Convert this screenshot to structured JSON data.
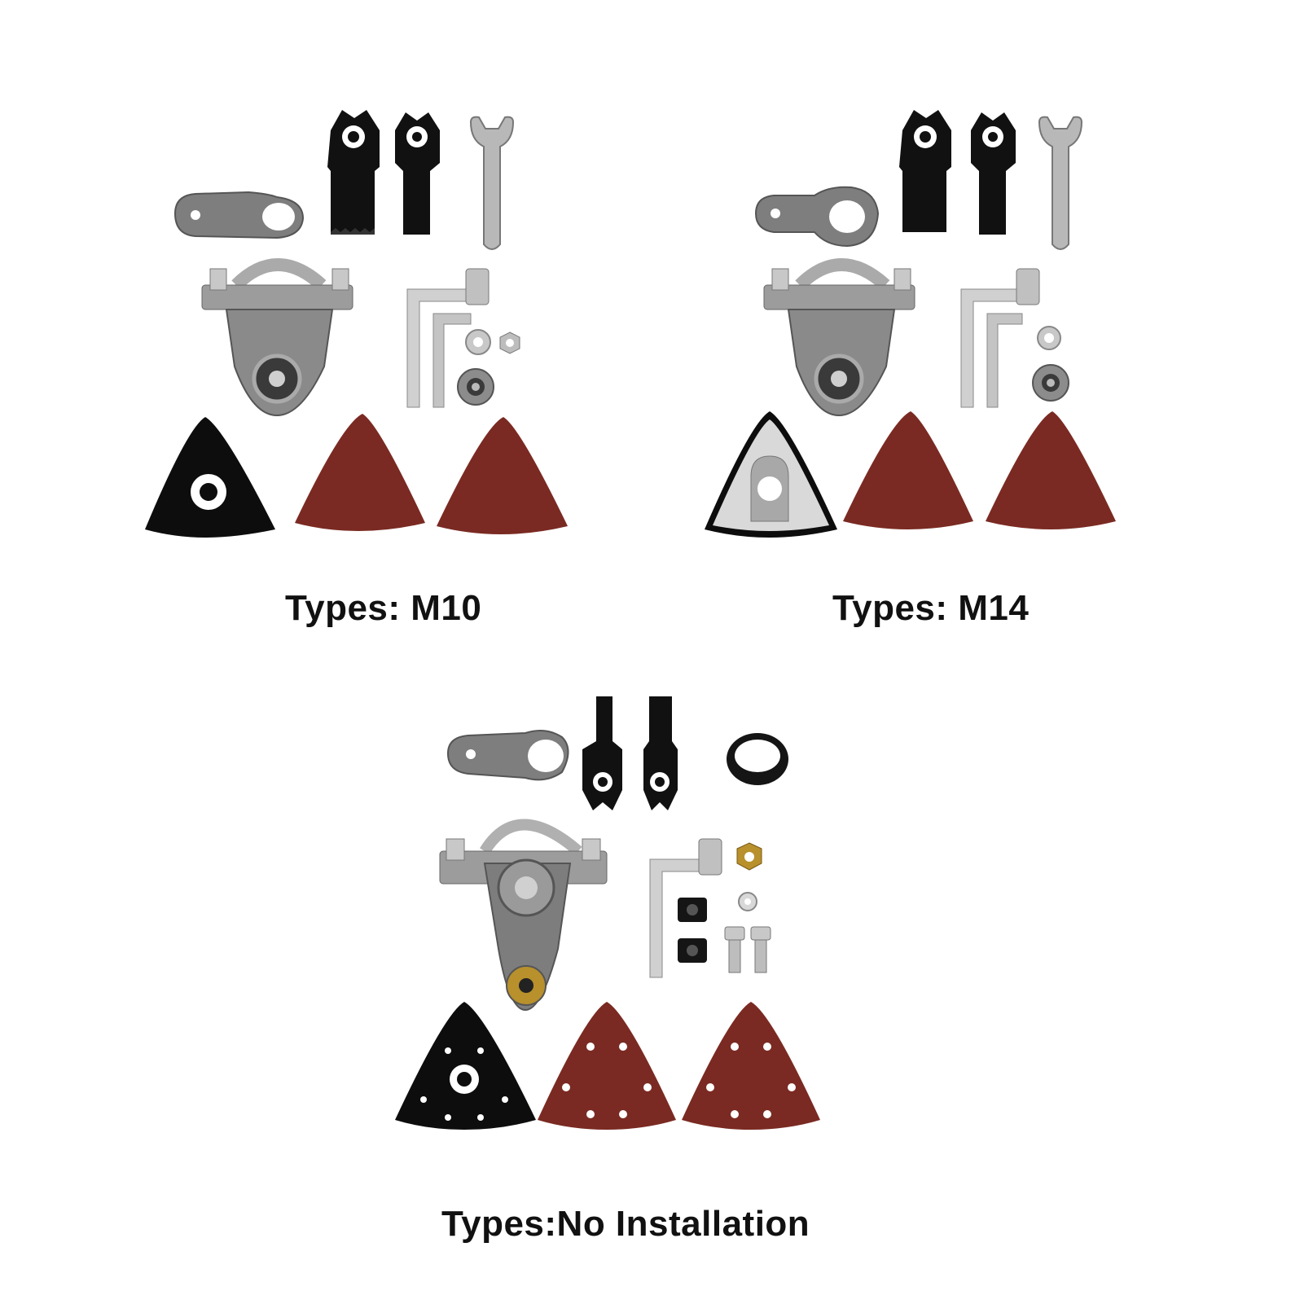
{
  "colors": {
    "blade": "#111111",
    "metal": "#8f8f8f",
    "metal_light": "#c9c9c9",
    "metal_dark": "#5f5f5f",
    "sandpaper": "#7a2a22",
    "pad_black": "#0d0d0d",
    "brass": "#b8902c"
  },
  "panels": [
    {
      "id": "m10",
      "caption": "Types: M10",
      "icons": [
        "mount-bracket-icon",
        "blade-icon",
        "wrench-icon",
        "socket-wrench-icon",
        "hex-key-icon",
        "washer-icon",
        "nut-icon",
        "bearing-icon",
        "backing-pad-icon",
        "sandpaper-icon"
      ]
    },
    {
      "id": "m14",
      "caption": "Types: M14",
      "icons": [
        "mount-bracket-icon",
        "blade-icon",
        "wrench-icon",
        "socket-wrench-icon",
        "hex-key-icon",
        "washer-icon",
        "bearing-icon",
        "backing-pad-icon",
        "sandpaper-icon"
      ]
    },
    {
      "id": "no_install",
      "caption": "Types:No Installation",
      "icons": [
        "mount-bracket-icon",
        "blade-icon",
        "rubber-ring-icon",
        "socket-wrench-icon",
        "nut-icon",
        "washer-icon",
        "bolt-icon",
        "backing-pad-icon",
        "sandpaper-icon"
      ]
    }
  ]
}
